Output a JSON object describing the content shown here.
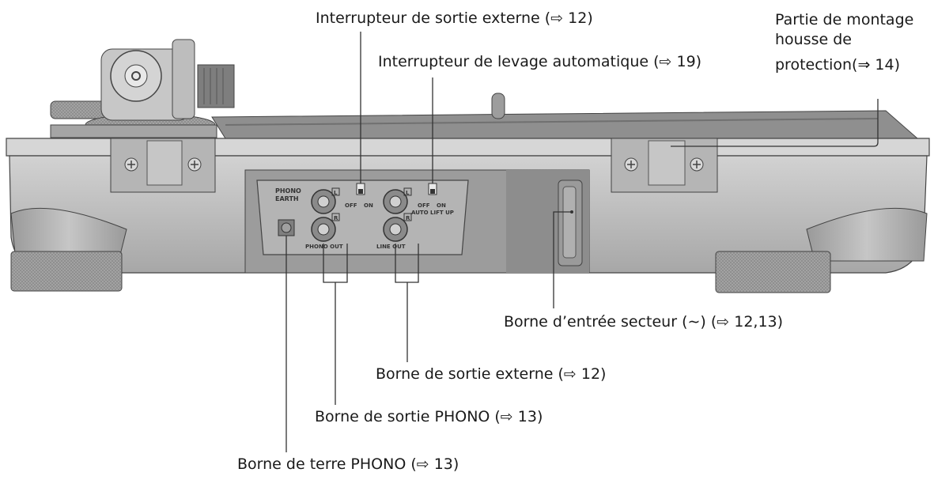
{
  "callouts": {
    "external_output_switch": "Interrupteur de sortie externe (⇨ 12)",
    "auto_lift_switch": "Interrupteur de levage automatique (⇨ 19)",
    "dust_cover_mount_line1": "Partie de montage",
    "dust_cover_mount_line2": "housse de",
    "dust_cover_mount_line3": "protection(⇒ 14)",
    "ac_inlet": "Borne d’entrée secteur (∼) (⇨ 12,13)",
    "line_out_terminal": "Borne de sortie externe (⇨ 12)",
    "phono_out_terminal": "Borne de sortie PHONO (⇨ 13)",
    "phono_earth_terminal": "Borne de terre PHONO (⇨ 13)"
  },
  "panel": {
    "phono": "PHONO",
    "earth": "EARTH",
    "phono_out": "PHONO OUT",
    "line_out": "LINE OUT",
    "auto_lift_up": "AUTO LIFT UP",
    "off": "OFF",
    "on": "ON",
    "left": "L",
    "right": "R"
  },
  "colors": {
    "body_gray": "#b9b9b9",
    "panel_gray": "#a9a9a9",
    "line": "#333333"
  }
}
